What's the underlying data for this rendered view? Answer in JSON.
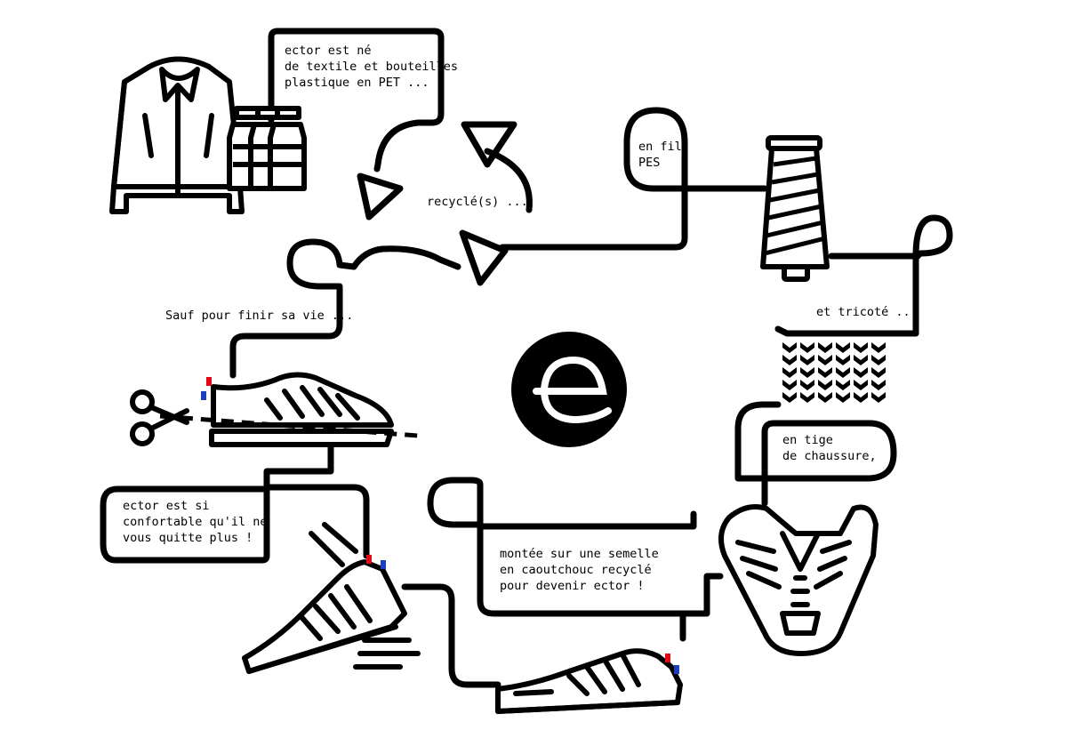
{
  "steps": {
    "origin": "ector est né\nde textile et bouteilles\nplastique en PET ...",
    "recycled": "recyclé(s) ...",
    "thread": "en fil\nPES",
    "knitted": "et tricoté ...",
    "upper": "en tige\nde chaussure,",
    "sole": "montée sur une semelle\nen caoutchouc recyclé\npour devenir ector !",
    "comfort": "ector est si\nconfortable qu'il ne\nvous quitte plus !",
    "end_of_life": "Sauf pour finir sa vie ..."
  },
  "logo": {
    "letter": "e",
    "icon": "ector-logo"
  },
  "icons": [
    "jacket-icon",
    "bottles-icon",
    "recycle-arrows-icon",
    "thread-spool-icon",
    "knit-icon",
    "shoe-upper-icon",
    "sneaker-icon",
    "running-shoe-icon",
    "scissors-icon",
    "cut-shoe-icon"
  ],
  "colors": {
    "ink": "#000000",
    "flag_red": "#e30613",
    "flag_blue": "#1d3fbb",
    "background": "#ffffff"
  }
}
